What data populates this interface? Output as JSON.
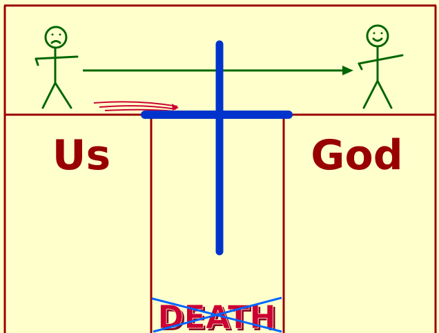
{
  "labels": {
    "left": "Us",
    "right": "God",
    "chasm": "DEATH"
  },
  "colors": {
    "background": "#ffffcc",
    "border": "#990000",
    "label": "#990000",
    "figure": "#006600",
    "cross": "#0033cc",
    "motion": "#cc0033",
    "death_text": "#cc0033",
    "death_shadow": "#880022",
    "strike": "#0066ff"
  },
  "icons": {
    "left_figure": "sad-stick-figure-icon",
    "right_figure": "smiling-stick-figure-icon",
    "cross": "cross-icon",
    "arrow": "arrow-right-icon",
    "motion_lines": "motion-lines-icon"
  }
}
